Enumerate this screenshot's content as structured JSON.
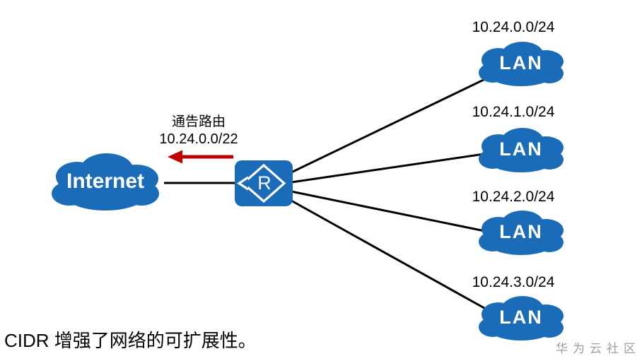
{
  "diagram": {
    "internet": {
      "label": "Internet"
    },
    "router": {
      "label": "R"
    },
    "annotation": {
      "line1": "通告路由",
      "line2": "10.24.0.0/22"
    },
    "lans": [
      {
        "ip": "10.24.0.0/24",
        "label": "LAN"
      },
      {
        "ip": "10.24.1.0/24",
        "label": "LAN"
      },
      {
        "ip": "10.24.2.0/24",
        "label": "LAN"
      },
      {
        "ip": "10.24.3.0/24",
        "label": "LAN"
      }
    ],
    "caption": "CIDR 增强了网络的可扩展性。",
    "watermark": "华为云社区",
    "colors": {
      "node_blue": "#1B6CB8",
      "arrow_red": "#C00000",
      "line_black": "#000000",
      "watermark_gray": "#9E9E9E"
    }
  }
}
